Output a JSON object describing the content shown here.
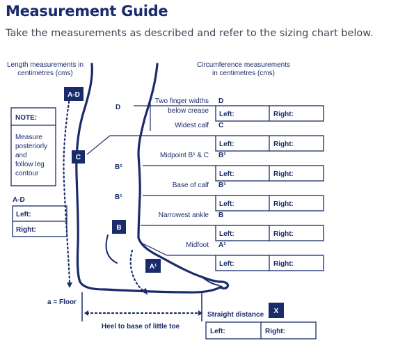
{
  "header": {
    "title": "Measurement Guide",
    "subtitle": "Take the measurements as described and refer to the sizing chart below."
  },
  "labels": {
    "length_heading_1": "Length measurements in",
    "length_heading_2": "centimetres (cms)",
    "circ_heading_1": "Circumference measurements",
    "circ_heading_2": "in centimetres (cms)",
    "note_title": "NOTE:",
    "note_lines": [
      "Measure",
      "posteriorly",
      "and",
      "follow leg",
      "contour"
    ],
    "ad_label": "A-D",
    "floor": "a = Floor",
    "heel_to_toe": "Heel to base of little toe",
    "left": "Left:",
    "right": "Right:"
  },
  "markers": {
    "ad_box": "A-D",
    "c_box": "C",
    "b_box": "B",
    "a1_box": "A¹",
    "x_box": "X",
    "d": "D",
    "b2": "B²",
    "b1": "B¹"
  },
  "measurements": [
    {
      "name_1": "Two finger widths",
      "name_2": "below crease",
      "code": "D"
    },
    {
      "name_1": "Widest calf",
      "name_2": "",
      "code": "C"
    },
    {
      "name_1": "Midpoint B¹ & C",
      "name_2": "",
      "code": "B²"
    },
    {
      "name_1": "Base of calf",
      "name_2": "",
      "code": "B¹"
    },
    {
      "name_1": "Narrowest ankle",
      "name_2": "",
      "code": "B"
    },
    {
      "name_1": "Midfoot",
      "name_2": "",
      "code": "A¹"
    }
  ],
  "straight": {
    "label": "Straight distance",
    "code": "X"
  },
  "colors": {
    "navy": "#1a2b6b",
    "text": "#3d4656"
  }
}
